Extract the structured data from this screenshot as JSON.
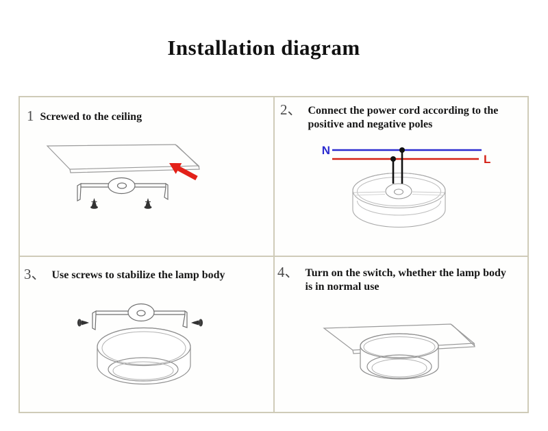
{
  "title": "Installation diagram",
  "colors": {
    "panel_border": "#cfcbb8",
    "neutral_blue": "#2b2bd0",
    "live_red": "#d42015",
    "arrow_red": "#e32119",
    "sketch_gray": "#8f8f8f",
    "wire_black": "#111111",
    "step_number_gray": "#4a4a4a"
  },
  "steps": [
    {
      "number": "1",
      "label": "Screwed to the ceiling"
    },
    {
      "number": "2、",
      "label": "Connect the power cord according to the positive and negative poles"
    },
    {
      "number": "3、",
      "label": "Use screws to stabilize the lamp body"
    },
    {
      "number": "4、",
      "label": "Turn on the switch, whether the lamp body is in normal use"
    }
  ],
  "wiring": {
    "neutral_label": "N",
    "live_label": "L"
  }
}
